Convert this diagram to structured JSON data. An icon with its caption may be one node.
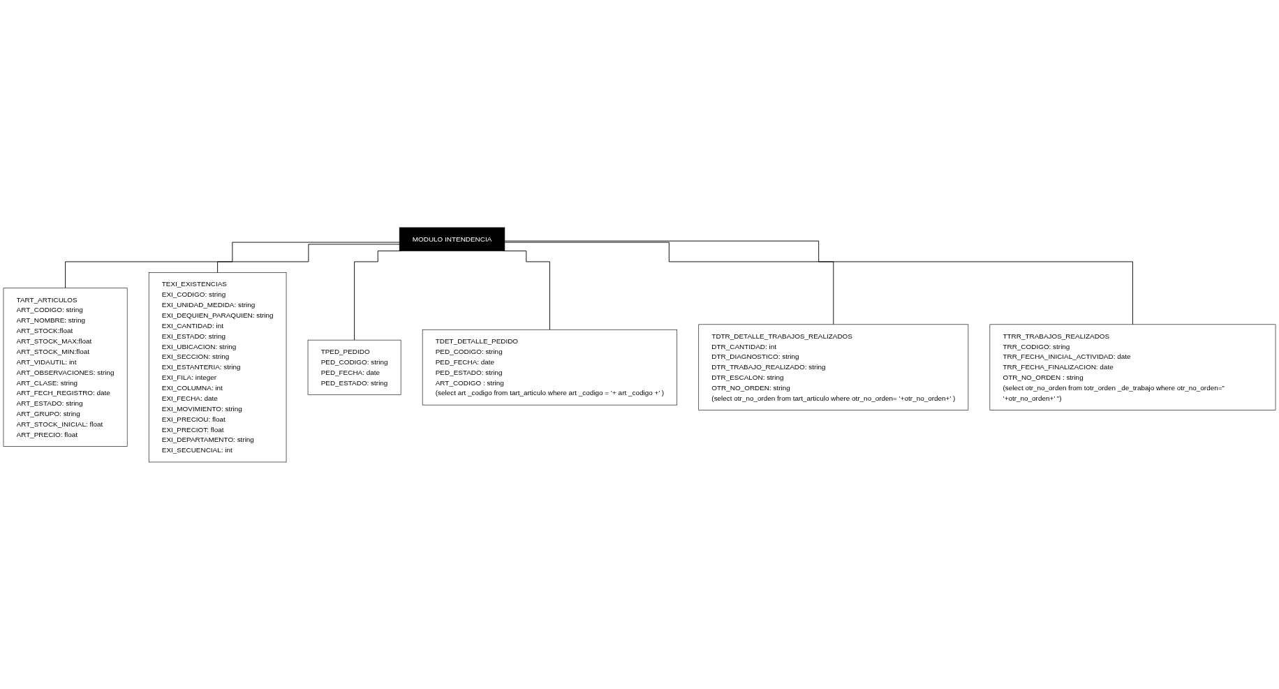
{
  "diagram": {
    "nodes": [
      {
        "text": [
          "MODULO INTENDENCIA"
        ]
      },
      {
        "text": [
          "TART_ARTICULOS",
          "ART_CODIGO: string",
          "ART_NOMBRE: string",
          "ART_STOCK:float",
          "ART_STOCK_MAX:float",
          "ART_STOCK_MIN:float",
          "ART_VIDAUTIL: int",
          "ART_OBSERVACIONES: string",
          "ART_CLASE: string",
          "ART_FECH_REGISTRO: date",
          "ART_ESTADO: string",
          "ART_GRUPO: string",
          "ART_STOCK_INICIAL: float",
          "ART_PRECIO: float"
        ]
      },
      {
        "text": [
          "TEXI_EXISTENCIAS",
          "EXI_CODIGO: string",
          "EXI_UNIDAD_MEDIDA: string",
          "EXI_DEQUIEN_PARAQUIEN: string",
          "EXI_CANTIDAD: int",
          "EXI_ESTADO: string",
          "EXI_UBICACION: string",
          "EXI_SECCION: string",
          "EXI_ESTANTERIA: string",
          "EXI_FILA: integer",
          "EXI_COLUMNA: int",
          "EXI_FECHA: date",
          "EXI_MOVIMIENTO: string",
          "EXI_PRECIOU: float",
          "EXI_PRECIOT: float",
          "EXI_DEPARTAMENTO: string",
          "EXI_SECUENCIAL: int"
        ]
      },
      {
        "text": [
          "TPED_PEDIDO",
          "PED_CODIGO: string",
          "PED_FECHA: date",
          "PED_ESTADO: string"
        ]
      },
      {
        "text": [
          "TTRR_TRABAJOS_REALIZADOS",
          "TRR_CODIGO: string",
          "TRR_FECHA_INICIAL_ACTIVIDAD: date",
          "TRR_FECHA_FINALIZACION: date",
          "OTR_NO_ORDEN : string",
          "(select otr_no_orden from totr_orden _de_trabajo where otr_no_orden=” ’+otr_no_orden+’ ”)"
        ]
      },
      {
        "text": [
          "TDET_DETALLE_PEDIDO",
          "PED_CODIGO: string",
          "PED_FECHA: date",
          "PED_ESTADO: string",
          "ART_CODIGO : string",
          "(select art _codigo from tart_articulo where art _codigo = ’+ art _codigo +’ )"
        ]
      },
      {
        "text": [
          "TDTR_DETALLE_TRABAJOS_REALIZADOS",
          "DTR_CANTIDAD: int",
          "DTR_DIAGNOSTICO: string",
          "DTR_TRABAJO_REALIZADO: string",
          "DTR_ESCALON: string",
          "OTR_NO_ORDEN: string",
          "(select otr_no_orden from tart_articulo where otr_no_orden= ’+otr_no_orden+’ )"
        ]
      }
    ],
    "edges": [
      {
        "from": 0,
        "to": 1,
        "arrow": "none"
      },
      {
        "from": 0,
        "to": 2,
        "arrow": "none"
      },
      {
        "from": 0,
        "to": 3,
        "arrow": "none"
      },
      {
        "from": 0,
        "to": 5,
        "arrow": "none"
      },
      {
        "from": 0,
        "to": 6,
        "arrow": "none"
      },
      {
        "from": 0,
        "to": 4,
        "arrow": "none"
      }
    ]
  }
}
